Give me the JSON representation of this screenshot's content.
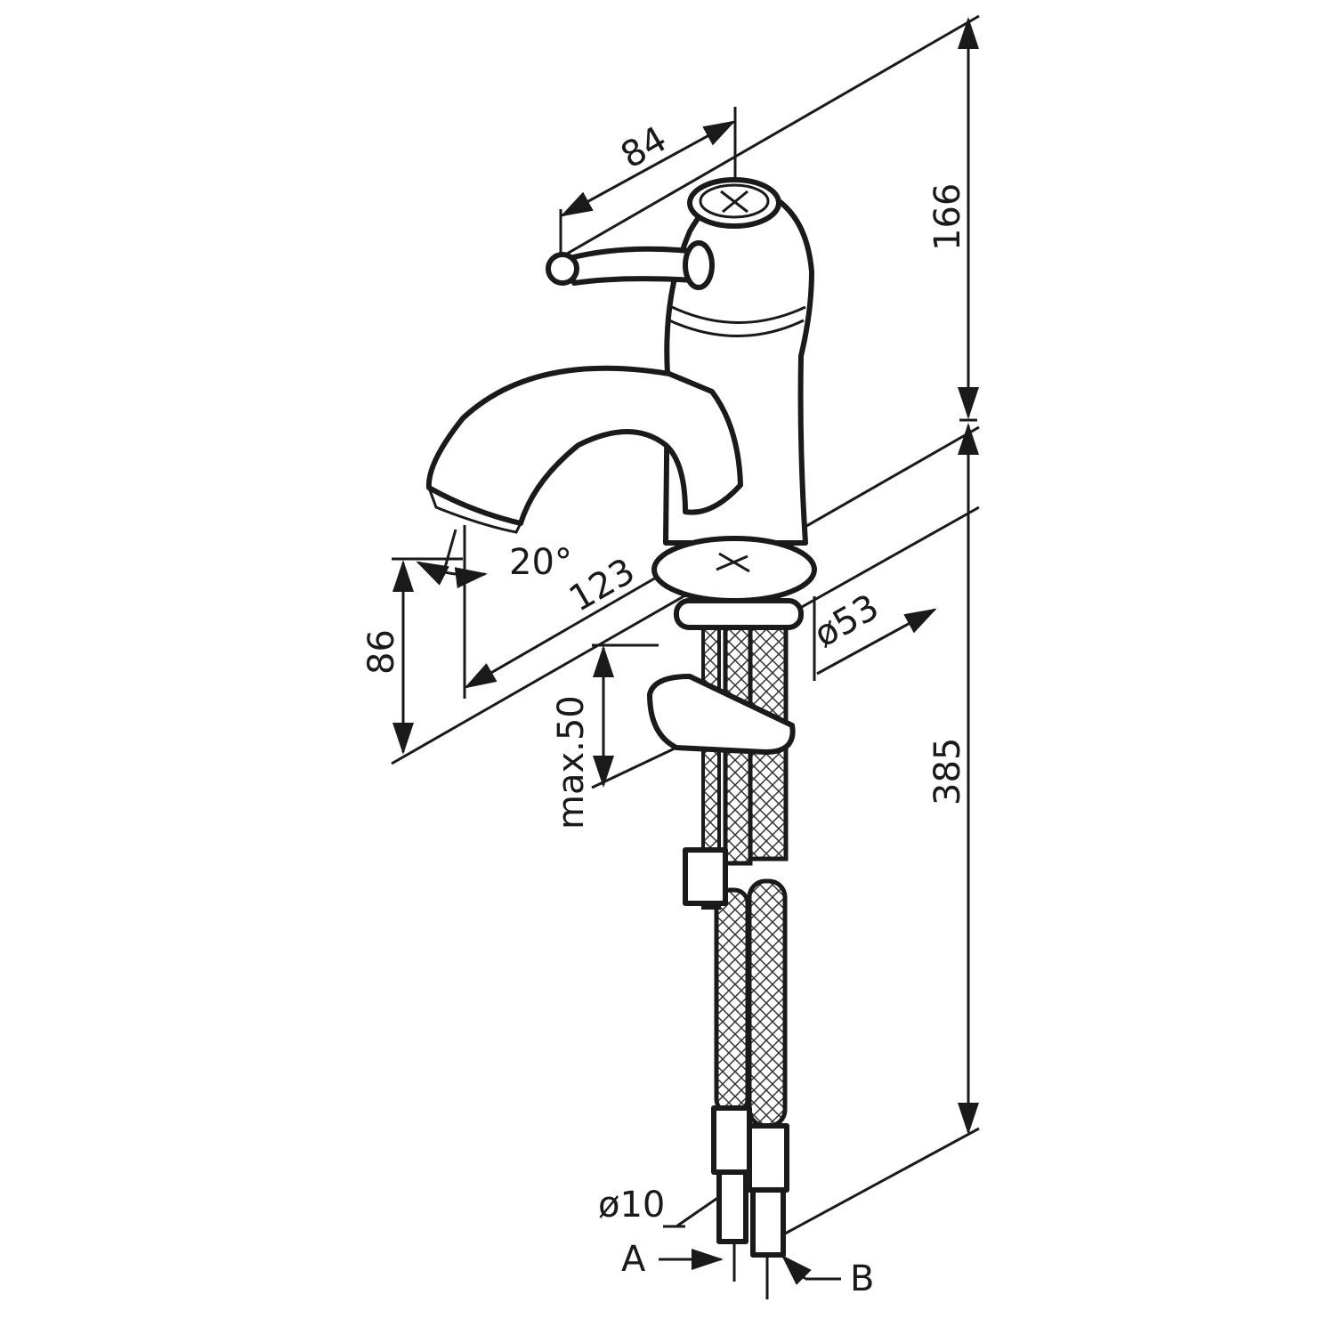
{
  "title": "Single-lever basin faucet dimension drawing",
  "dimensions": {
    "handle_reach": "84",
    "upper_height": "166",
    "spout_angle": "20°",
    "spout_reach": "123",
    "spout_height": "86",
    "base_diameter": "ø53",
    "max_deck_thickness": "max.50",
    "hose_length": "385",
    "hose_diameter": "ø10"
  },
  "connections": {
    "a": "A",
    "b": "B"
  },
  "colors": {
    "line": "#1a1a1a",
    "background": "#ffffff"
  }
}
